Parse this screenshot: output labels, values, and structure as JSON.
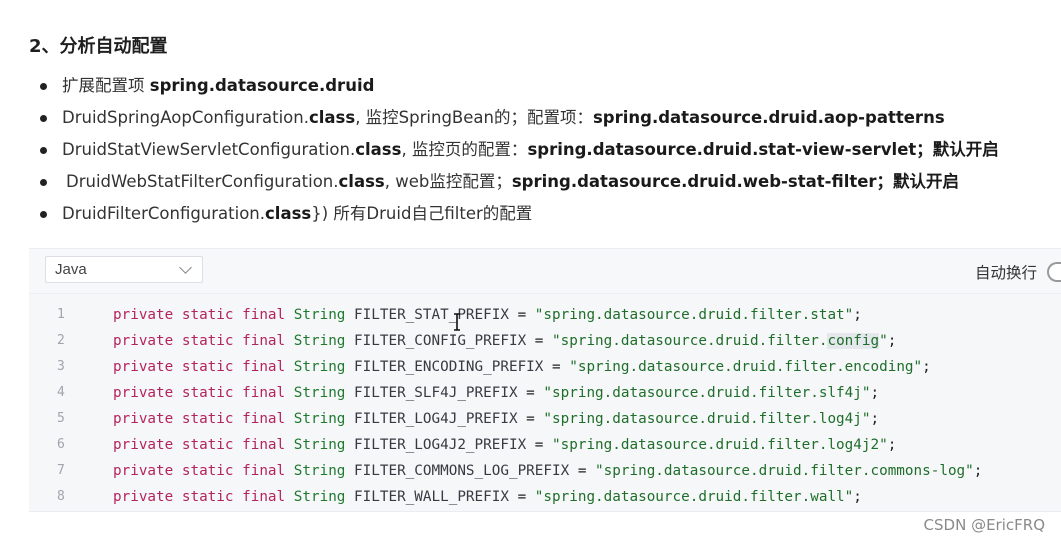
{
  "heading": "2、分析自动配置",
  "bullets": [
    {
      "parts": [
        {
          "text": "扩展配置项 ",
          "bold": false
        },
        {
          "text": "spring.datasource.druid",
          "bold": true
        }
      ]
    },
    {
      "parts": [
        {
          "text": "DruidSpringAopConfiguration.",
          "bold": false
        },
        {
          "text": "class",
          "bold": true
        },
        {
          "text": ",   监控SpringBean的；配置项：",
          "bold": false
        },
        {
          "text": "spring.datasource.druid.aop-patterns",
          "bold": true
        }
      ]
    },
    {
      "parts": [
        {
          "text": "DruidStatViewServletConfiguration.",
          "bold": false
        },
        {
          "text": "class",
          "bold": true
        },
        {
          "text": ", 监控页的配置：",
          "bold": false
        },
        {
          "text": "spring.datasource.druid.stat-view-servlet；默认开启",
          "bold": true
        }
      ]
    },
    {
      "parts": [
        {
          "text": "DruidWebStatFilterConfiguration.",
          "bold": false
        },
        {
          "text": "class",
          "bold": true
        },
        {
          "text": ", web监控配置；",
          "bold": false
        },
        {
          "text": "spring.datasource.druid.web-stat-filter；默认开启",
          "bold": true
        }
      ]
    },
    {
      "parts": [
        {
          "text": "DruidFilterConfiguration.",
          "bold": false
        },
        {
          "text": "class",
          "bold": true
        },
        {
          "text": "}) 所有Druid自己filter的配置",
          "bold": false
        }
      ]
    }
  ],
  "code": {
    "language": "Java",
    "wrap_label": "自动换行",
    "keywords": "private static final",
    "type": "String",
    "lines": [
      {
        "num": "1",
        "name": "FILTER_STAT_PREFIX",
        "value": "\"spring.datasource.druid.filter.stat\""
      },
      {
        "num": "2",
        "name": "FILTER_CONFIG_PREFIX",
        "value": "\"spring.datasource.druid.filter.config\""
      },
      {
        "num": "3",
        "name": "FILTER_ENCODING_PREFIX",
        "value": "\"spring.datasource.druid.filter.encoding\""
      },
      {
        "num": "4",
        "name": "FILTER_SLF4J_PREFIX",
        "value": "\"spring.datasource.druid.filter.slf4j\""
      },
      {
        "num": "5",
        "name": "FILTER_LOG4J_PREFIX",
        "value": "\"spring.datasource.druid.filter.log4j\""
      },
      {
        "num": "6",
        "name": "FILTER_LOG4J2_PREFIX",
        "value": "\"spring.datasource.druid.filter.log4j2\""
      },
      {
        "num": "7",
        "name": "FILTER_COMMONS_LOG_PREFIX",
        "value": "\"spring.datasource.druid.filter.commons-log\""
      },
      {
        "num": "8",
        "name": "FILTER_WALL_PREFIX",
        "value": "\"spring.datasource.druid.filter.wall\""
      }
    ]
  },
  "watermark": "CSDN @EricFRQ"
}
